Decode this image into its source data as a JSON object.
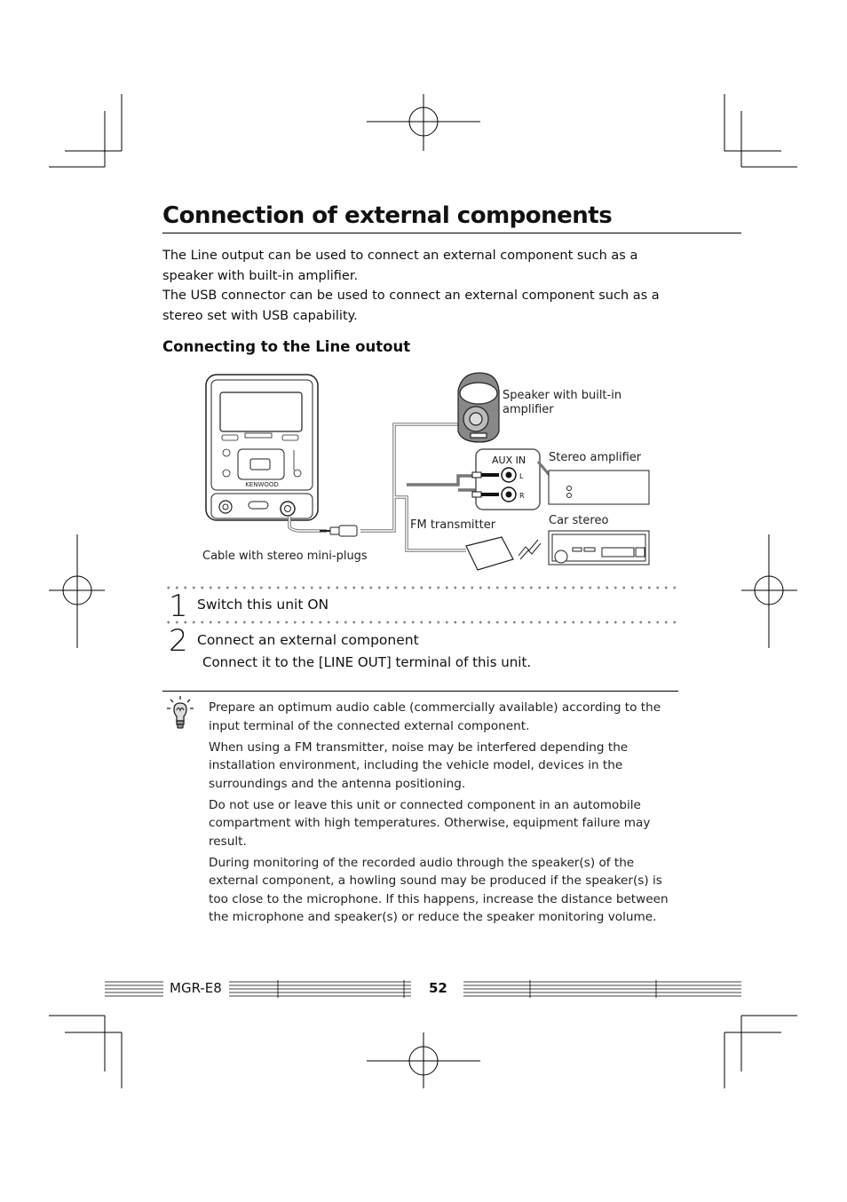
{
  "page": {
    "title": "Connection of external components",
    "intro": [
      "The Line output can be used to connect an external component such as a speaker with built-in amplifier.",
      "The USB connector can be used to connect an external component such as a stereo set with USB capability."
    ],
    "section_heading": "Connecting to the Line outout"
  },
  "diagram": {
    "speaker_label": "Speaker with built-in amplifier",
    "stereo_amp_label": "Stereo amplifier",
    "car_stereo_label": "Car stereo",
    "fm_transmitter_label": "FM transmitter",
    "cable_label": "Cable with stereo mini-plugs",
    "aux_in_label": "AUX IN",
    "aux_l": "L",
    "aux_r": "R",
    "device_brand": "KENWOOD"
  },
  "steps": [
    {
      "number": "1",
      "label": "Switch this unit ON",
      "body": ""
    },
    {
      "number": "2",
      "label": "Connect an external component",
      "body": "Connect it to the [LINE OUT] terminal of this unit."
    }
  ],
  "notes": [
    "Prepare an optimum audio cable (commercially available) according to the input terminal of the connected external component.",
    "When using a FM transmitter, noise may be interfered depending the installation environment, including the vehicle model, devices in the surroundings and the antenna positioning.",
    "Do not use or leave this unit or connected component in an automobile compartment with high temperatures. Otherwise, equipment failure may result.",
    "During monitoring of the recorded audio through the speaker(s) of the external component, a howling sound may be produced if the speaker(s) is too close to the microphone. If this happens, increase the distance between the microphone and speaker(s) or reduce the speaker monitoring volume."
  ],
  "footer": {
    "model": "MGR-E8",
    "page_number": "52"
  }
}
